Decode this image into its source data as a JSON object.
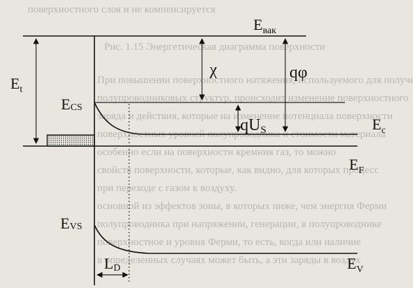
{
  "background_text": [
    "поверхностного слоя и не компенсируется",
    "Рис. 1.15 Энергетическая диаграмма поверхности",
    "При повышении поверхностного натяжения, используемого для получения",
    "полупроводниковых структур, происходит изменение поверхностного",
    "заряда и действия, которые на изменение потенциала поверхности",
    "поверхностных уровней полупроводника и стоимости материала",
    "особенно если на поверхности кремния газ, то можно",
    "свойств поверхности, которые, как видно, для которых процесс",
    "при переходе с газом к воздуху.",
    "основной из эффектов зоны, в которых ниже, чем энергия Ферми",
    "полупроводника при напряжении, генерации, в полупроводнике",
    "поверхностное и уровня Ферми, то есть, когда или наличие",
    "в определенных случаях может быть, а эти заряды в воздух"
  ],
  "labels": {
    "e_vac": "E",
    "e_vac_sub": "вак",
    "e_t": "E",
    "e_t_sub": "t",
    "e_cs": "E",
    "e_cs_sub": "CS",
    "chi": "χ",
    "q_phi": "qφ",
    "q_us": "qU",
    "q_us_sub": "S",
    "e_c": "E",
    "e_c_sub": "c",
    "e_f": "E",
    "e_f_sub": "F",
    "e_vs": "E",
    "e_vs_sub": "VS",
    "l_d": "L",
    "l_d_sub": "D",
    "e_v": "E",
    "e_v_sub": "V"
  }
}
